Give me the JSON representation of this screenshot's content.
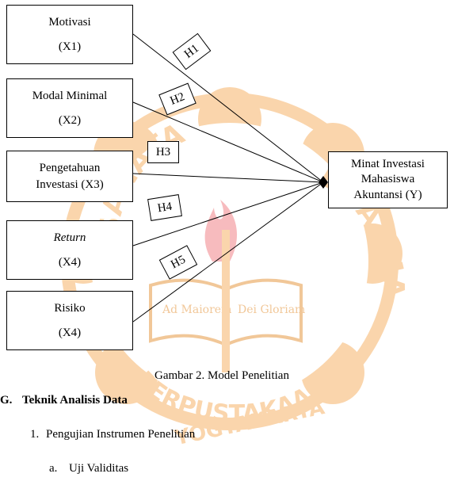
{
  "diagram": {
    "independent": [
      {
        "label": "Motivasi",
        "code": "(X1)",
        "italic": false
      },
      {
        "label": "Modal Minimal",
        "code": "(X2)",
        "italic": false
      },
      {
        "label": "Pengetahuan",
        "code": "Investasi (X3)",
        "italic": false
      },
      {
        "label": "Return",
        "code": "(X4)",
        "italic": true
      },
      {
        "label": "Risiko",
        "code": "(X4)",
        "italic": false
      }
    ],
    "dependent": {
      "line1": "Minat Investasi",
      "line2": "Mahasiswa",
      "line3": "Akuntansi (Y)"
    },
    "hypotheses": [
      "H1",
      "H2",
      "H3",
      "H4",
      "H5"
    ]
  },
  "caption": "Gambar 2.  Model Penelitian",
  "section": {
    "number": "G.",
    "title": "Teknik Analisis Data"
  },
  "subsection": {
    "number": "1.",
    "title": "Pengujian Instrumen Penelitian"
  },
  "subsubsection": {
    "number": "a.",
    "title": "Uji Validitas"
  },
  "watermark": {
    "top_text": "SANATA",
    "right_text": "DHARMA",
    "motto_left": "Ad Maiorem",
    "motto_right": "Dei Gloriam",
    "bottom_text": "PERPUSTAKAAN",
    "bottom_text2": "YOGYAKARTA"
  },
  "colors": {
    "watermark": "#f6b46a",
    "watermark_dark": "#e79a45",
    "flame": "#e8323a"
  }
}
